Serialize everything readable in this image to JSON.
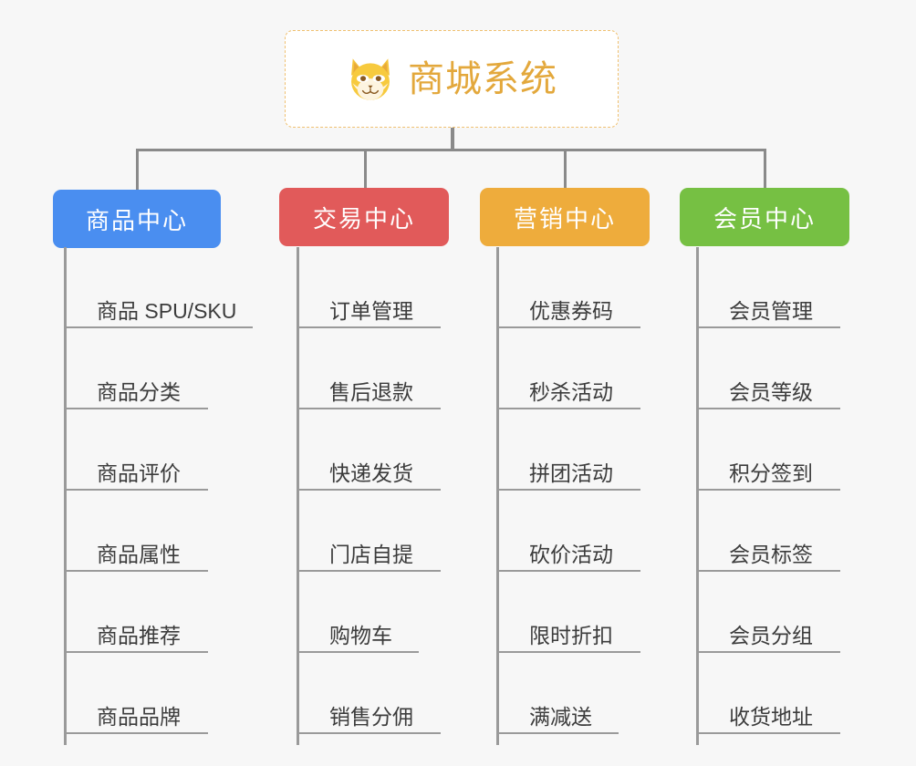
{
  "background_color": "#f7f7f7",
  "root": {
    "title": "商城系统",
    "icon": "shiba-dog-face-icon",
    "text_color": "#e3a83c",
    "border_color": "#f0c070",
    "fill_color": "#ffffff"
  },
  "connector_color": "#8a8a8a",
  "leaf_line_color": "#9a9a9a",
  "leaf_text_color": "#3c3c3c",
  "columns": [
    {
      "title": "商品中心",
      "color": "#4a8ef0",
      "items": [
        "商品 SPU/SKU",
        "商品分类",
        "商品评价",
        "商品属性",
        "商品推荐",
        "商品品牌"
      ]
    },
    {
      "title": "交易中心",
      "color": "#e15a5a",
      "items": [
        "订单管理",
        "售后退款",
        "快递发货",
        "门店自提",
        "购物车",
        "销售分佣"
      ]
    },
    {
      "title": "营销中心",
      "color": "#eeac3c",
      "items": [
        "优惠券码",
        "秒杀活动",
        "拼团活动",
        "砍价活动",
        "限时折扣",
        "满减送"
      ]
    },
    {
      "title": "会员中心",
      "color": "#76c043",
      "items": [
        "会员管理",
        "会员等级",
        "积分签到",
        "会员标签",
        "会员分组",
        "收货地址"
      ]
    }
  ]
}
